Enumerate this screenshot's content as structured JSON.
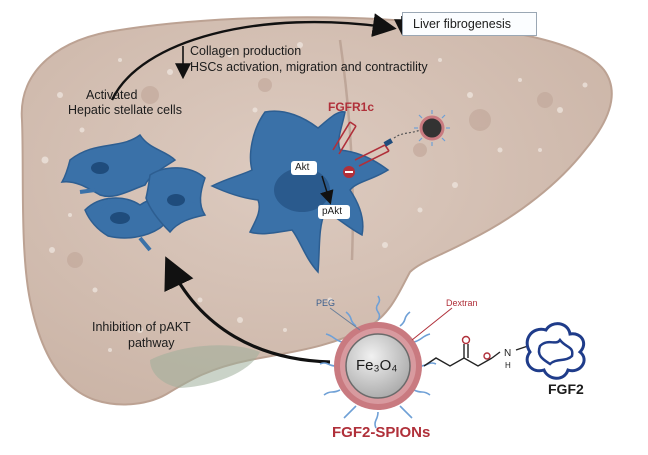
{
  "labels": {
    "liver_fibrogenesis": "Liver fibrogenesis",
    "collagen_production": "Collagen production",
    "hscs_activation": "HSCs activation, migration and contractility",
    "activated_line1": "Activated",
    "activated_line2": "Hepatic stellate cells",
    "fgfr1c": "FGFR1c",
    "akt": "Akt",
    "pakt": "pAkt",
    "inhibition_line1": "Inhibition of pAKT",
    "inhibition_line2": "pathway",
    "peg": "PEG",
    "dextran": "Dextran",
    "core_formula": "Fe₃O₄",
    "fgf2": "FGF2",
    "nanoparticle_name": "FGF2-SPIONs"
  },
  "colors": {
    "liver": "#d7c3b7",
    "liver_dark": "#b89e90",
    "cell": "#3a71a8",
    "cell_nucleus": "#1f4c7c",
    "accent_red": "#b0303a",
    "peg_blue": "#6fa0d6",
    "core_ring": "#c97a80",
    "core_fill": "#cfcfcf"
  }
}
